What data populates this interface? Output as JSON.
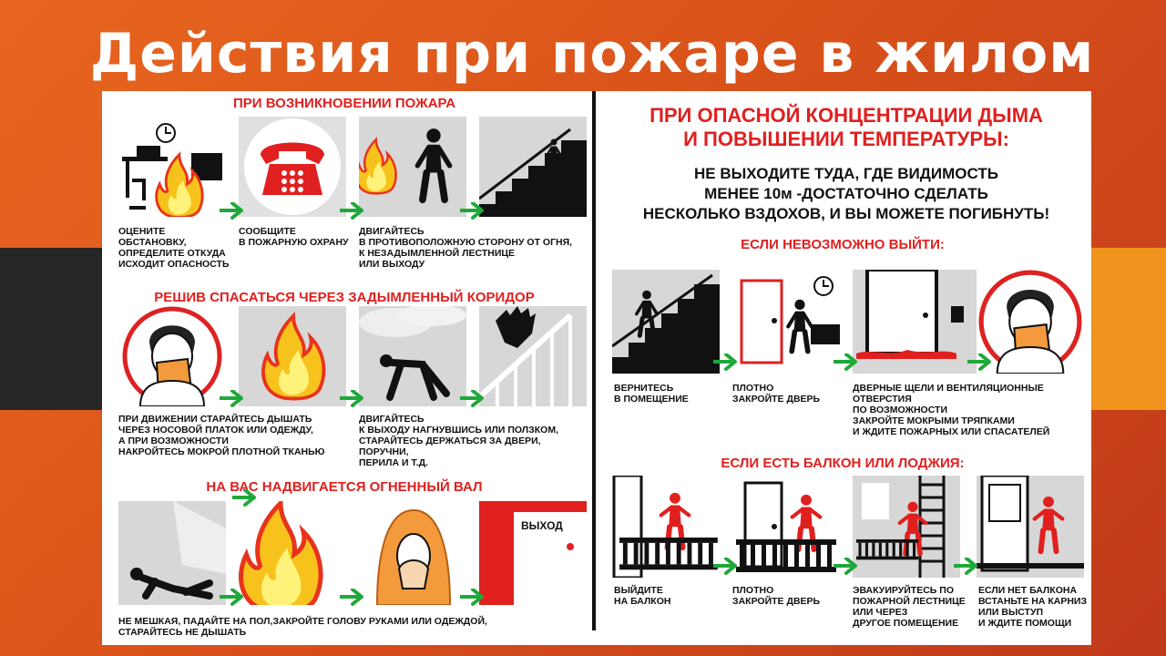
{
  "page": {
    "title": "Действия при пожаре в жилом доме"
  },
  "colors": {
    "accent": "#e0201f",
    "arrow": "#1fa83a",
    "panel": "#d7d7d7",
    "background": "#e0561c"
  },
  "left": {
    "section1": {
      "title": "ПРИ ВОЗНИКНОВЕНИИ ПОЖАРА",
      "captions": [
        "ОЦЕНИТЕ ОБСТАНОВКУ,\nОПРЕДЕЛИТЕ ОТКУДА\nИСХОДИТ ОПАСНОСТЬ",
        "СООБЩИТЕ\nВ ПОЖАРНУЮ ОХРАНУ",
        "ДВИГАЙТЕСЬ\nВ ПРОТИВОПОЛОЖНУЮ СТОРОНУ ОТ ОГНЯ,\nК НЕЗАДЫМЛЕННОЙ ЛЕСТНИЦЕ\nИЛИ ВЫХОДУ"
      ]
    },
    "section2": {
      "title": "РЕШИВ СПАСАТЬСЯ ЧЕРЕЗ ЗАДЫМЛЕННЫЙ КОРИДОР",
      "captions": [
        "ПРИ ДВИЖЕНИИ СТАРАЙТЕСЬ ДЫШАТЬ\nЧЕРЕЗ НОСОВОЙ ПЛАТОК ИЛИ ОДЕЖДУ,\nА ПРИ ВОЗМОЖНОСТИ\nНАКРОЙТЕСЬ МОКРОЙ ПЛОТНОЙ ТКАНЬЮ",
        "ДВИГАЙТЕСЬ\nК ВЫХОДУ НАГНУВШИСЬ ИЛИ ПОЛЗКОМ,\nСТАРАЙТЕСЬ ДЕРЖАТЬСЯ ЗА ДВЕРИ, ПОРУЧНИ,\nПЕРИЛА И Т.Д."
      ]
    },
    "section3": {
      "title": "НА ВАС НАДВИГАЕТСЯ ОГНЕННЫЙ ВАЛ",
      "exit_sign": "ВЫХОД",
      "captions": [
        "НЕ МЕШКАЯ, ПАДАЙТЕ НА ПОЛ,ЗАКРОЙТЕ ГОЛОВУ РУКАМИ ИЛИ ОДЕЖДОЙ,\nСТАРАЙТЕСЬ НЕ ДЫШАТЬ"
      ]
    }
  },
  "right": {
    "header": {
      "title_line1": "ПРИ ОПАСНОЙ КОНЦЕНТРАЦИИ ДЫМА",
      "title_line2": "И ПОВЫШЕНИИ ТЕМПЕРАТУРЫ:",
      "warn_line1": "НЕ ВЫХОДИТЕ ТУДА, ГДЕ ВИДИМОСТЬ",
      "warn_line2": "МЕНЕЕ 10м -ДОСТАТОЧНО СДЕЛАТЬ",
      "warn_line3": "НЕСКОЛЬКО ВЗДОХОВ, И ВЫ МОЖЕТЕ ПОГИБНУТЬ!"
    },
    "cannot_exit": {
      "title": "ЕСЛИ НЕВОЗМОЖНО ВЫЙТИ:",
      "captions": [
        "ВЕРНИТЕСЬ\nВ ПОМЕЩЕНИЕ",
        "ПЛОТНО\nЗАКРОЙТЕ ДВЕРЬ",
        "ДВЕРНЫЕ ЩЕЛИ И ВЕНТИЛЯЦИОННЫЕ ОТВЕРСТИЯ\nПО ВОЗМОЖНОСТИ\nЗАКРОЙТЕ МОКРЫМИ ТРЯПКАМИ\nИ ЖДИТЕ ПОЖАРНЫХ ИЛИ СПАСАТЕЛЕЙ"
      ]
    },
    "balcony": {
      "title": "ЕСЛИ ЕСТЬ БАЛКОН ИЛИ ЛОДЖИЯ:",
      "captions": [
        "ВЫЙДИТЕ\nНА БАЛКОН",
        "ПЛОТНО\nЗАКРОЙТЕ ДВЕРЬ",
        "ЭВАКУИРУЙТЕСЬ ПО\nПОЖАРНОЙ ЛЕСТНИЦЕ\nИЛИ ЧЕРЕЗ\nДРУГОЕ ПОМЕЩЕНИЕ",
        "ЕСЛИ НЕТ БАЛКОНА\nВСТАНЬТЕ НА КАРНИЗ\nИЛИ ВЫСТУП\nИ ЖДИТЕ ПОМОЩИ"
      ]
    }
  }
}
